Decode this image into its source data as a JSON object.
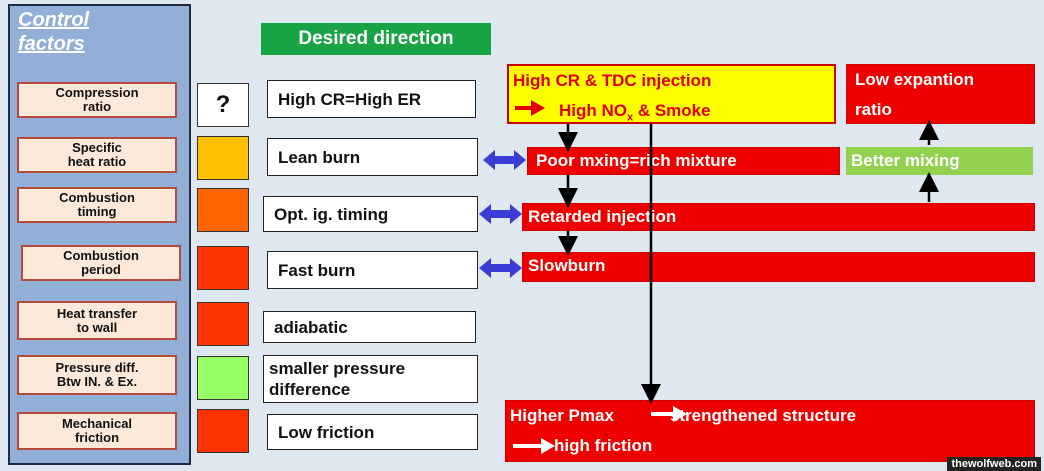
{
  "panel": {
    "title": "Control\nfactors",
    "factors": [
      "Compression\nratio",
      "Specific\nheat ratio",
      "Combustion\ntiming",
      "Combustion\nperiod",
      "Heat transfer\nto wall",
      "Pressure  diff.\nBtw  IN. & Ex.",
      "Mechanical\nfriction"
    ]
  },
  "indicators": {
    "question_mark": "?",
    "colors": [
      "#ffffff",
      "#ffc000",
      "#ff6600",
      "#ff3300",
      "#ff3300",
      "#99ff66",
      "#ff3300"
    ]
  },
  "header": {
    "label": "Desired direction"
  },
  "directions": [
    "High CR=High ER",
    "Lean burn",
    "Opt. ig. timing",
    "Fast burn",
    "adiabatic",
    "smaller pressure\ndifference",
    "Low friction"
  ],
  "effects": {
    "cr_tdc_line1": "High CR & TDC injection",
    "cr_tdc_line2_pre": "High NO",
    "cr_tdc_line2_sub": "x",
    "cr_tdc_line2_post": " & Smoke",
    "low_expansion_line1": "Low expantion",
    "low_expansion_line2": "ratio",
    "poor_mixing": "Poor mxing=rich mixture",
    "better_mixing": "Better mixing",
    "retarded_injection": "Retarded injection",
    "slowburn": "Slowburn",
    "pmax_part1": "Higher Pmax",
    "pmax_part2": "strengthened structure",
    "pmax_line2": "high friction"
  },
  "colors": {
    "red": "#ee0000",
    "yellow": "#ffff00",
    "green_header": "#18a444",
    "green_box": "#92d050",
    "double_arrow": "#3b3bd6",
    "panel": "#92afd7"
  },
  "watermark": "thewolfweb.com"
}
